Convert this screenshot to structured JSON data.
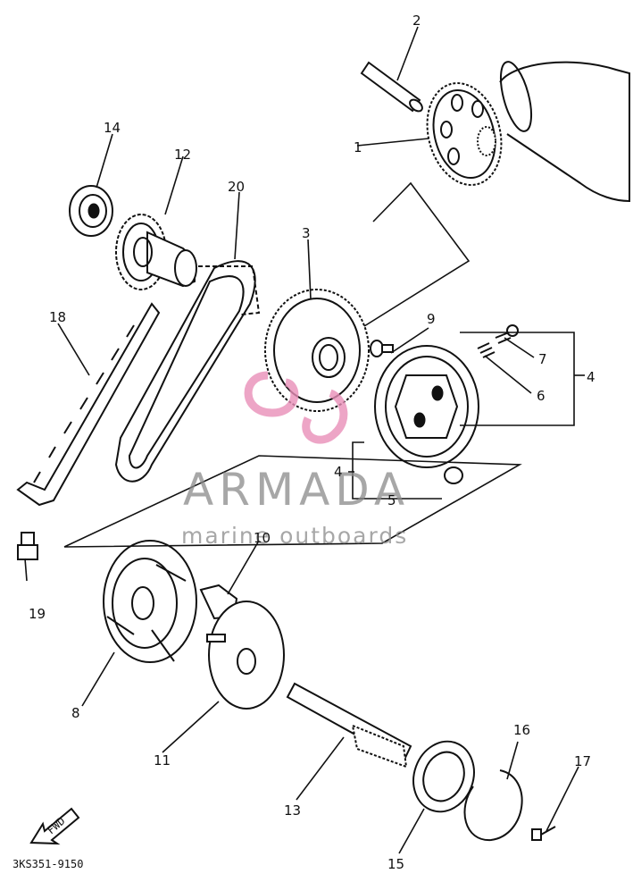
{
  "callouts": {
    "c1": "1",
    "c2": "2",
    "c3": "3",
    "c4a": "4",
    "c4b": "4",
    "c5": "5",
    "c6": "6",
    "c7": "7",
    "c8": "8",
    "c9": "9",
    "c10": "10",
    "c11": "11",
    "c12": "12",
    "c13": "13",
    "c14": "14",
    "c15": "15",
    "c16": "16",
    "c17": "17",
    "c18": "18",
    "c19": "19",
    "c20": "20"
  },
  "fwd_label": "FWD",
  "diagram_code": "3KS351-9150",
  "watermark": {
    "brand": "ARMADA",
    "tagline": "marine outboards",
    "logo_color": "#e98fb8"
  }
}
